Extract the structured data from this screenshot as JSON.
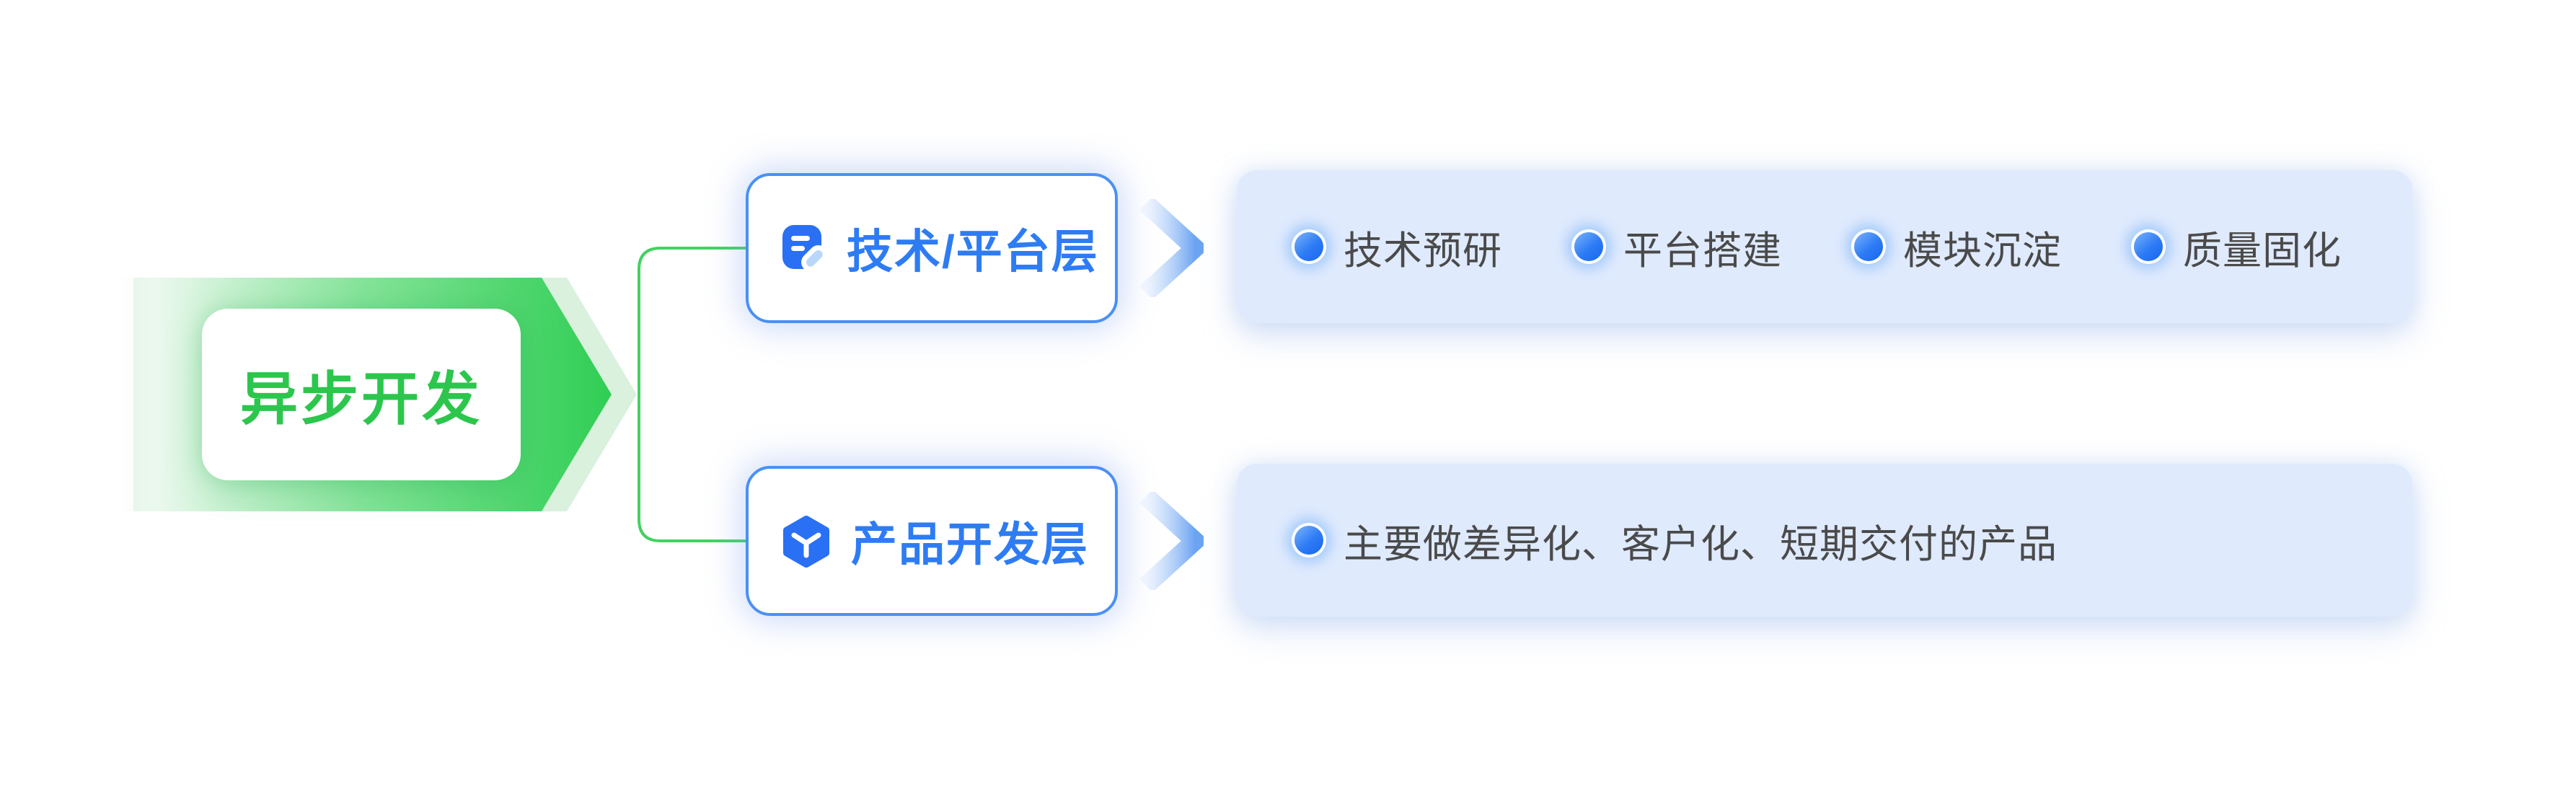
{
  "diagram": {
    "root": {
      "label": "异步开发"
    },
    "branches": [
      {
        "label": "技术/平台层",
        "icon": "document-pencil-icon",
        "items": [
          "技术预研",
          "平台搭建",
          "模块沉淀",
          "质量固化"
        ]
      },
      {
        "label": "产品开发层",
        "icon": "cube-icon",
        "items": [
          "主要做差异化、客户化、短期交付的产品"
        ]
      }
    ],
    "colors": {
      "root_text_green": "#2cc64d",
      "arrow_green": "#2fce54",
      "arrow_pale_green": "#d9f1dd",
      "connector_green": "#43d162",
      "node_border_blue": "#4a90f5",
      "node_text_blue": "#2e7cf3",
      "icon_blue": "#2970f4",
      "icon_light_blue": "#b9d7fa",
      "chevron_blue": "#6ba4f2",
      "panel_bg": "#dfeafd",
      "bullet_blue": "#1d6cf2",
      "item_text_gray": "#4a4a4a"
    }
  }
}
